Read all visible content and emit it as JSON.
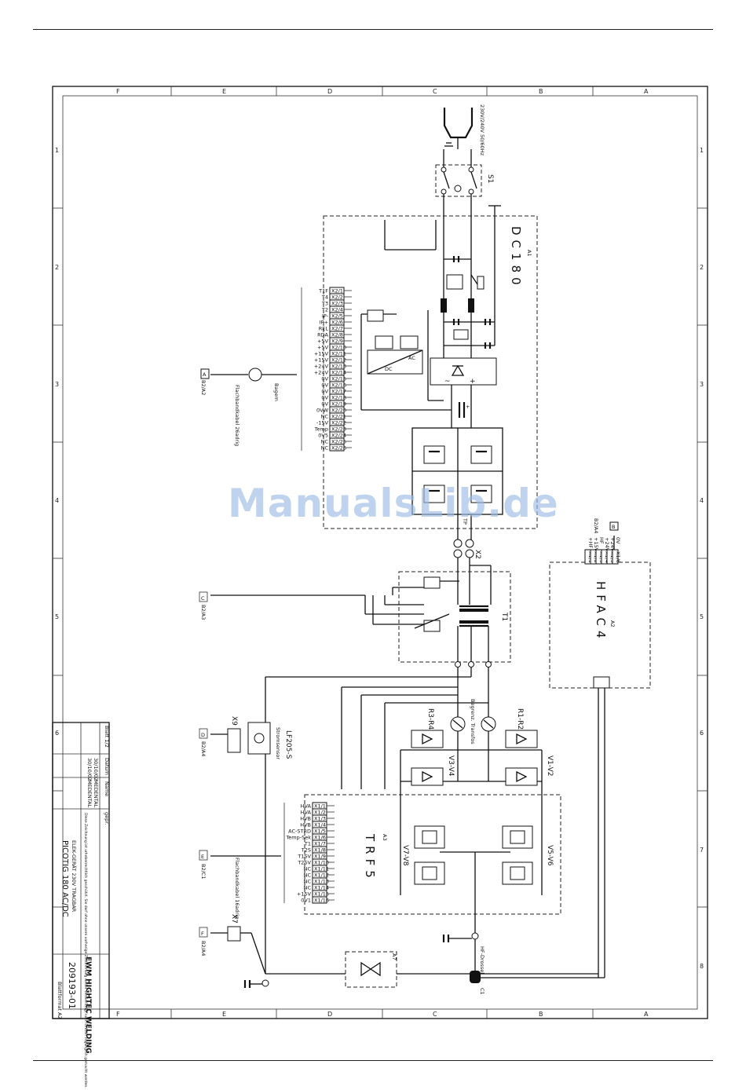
{
  "watermark": "ManualsLib.de",
  "zones": {
    "letters": [
      "F",
      "E",
      "D",
      "C",
      "B",
      "A"
    ],
    "numbers": [
      "1",
      "2",
      "3",
      "4",
      "5",
      "6",
      "7",
      "8"
    ]
  },
  "modules": {
    "dc180": {
      "name": "DC180",
      "ref": "A1"
    },
    "hfac4": {
      "name": "HFAC4",
      "ref": "A2"
    },
    "trf5": {
      "name": "TRF5",
      "ref": "A3"
    },
    "t1": "T1",
    "s1": "S1",
    "x2": "X2",
    "x7": "X7",
    "x9": "X9"
  },
  "mains_label": "230V/240V 50/60Hz",
  "connector_x2_pins": [
    "X2/1",
    "X2/2",
    "X2/3",
    "X2/4",
    "X2/5",
    "X2/6",
    "X2/7",
    "X2/8",
    "X2/9",
    "X2/10",
    "X2/11",
    "X2/12",
    "X2/13",
    "X2/14",
    "X2/15",
    "X2/16",
    "X2/17",
    "X2/18",
    "X2/19",
    "X2/20",
    "X2/21",
    "X2/22",
    "X2/23",
    "X2/24",
    "X2/25",
    "X2/26"
  ],
  "connector_x2_signals": [
    "T1F",
    "T4",
    "T3",
    "T2",
    "IP-",
    "IP+",
    "REL",
    "RDA",
    "+5V",
    "+5V",
    "+15V",
    "+15V",
    "+24V",
    "+24V",
    "0V",
    "0V",
    "0V",
    "0V",
    "0V",
    "0VW",
    "NC",
    "-15V",
    "Temp",
    "0V5",
    "NC",
    "NC"
  ],
  "connector_x1_pins": [
    "X1/1",
    "X1/2",
    "X1/3",
    "X1/4",
    "X1/5",
    "X1/6",
    "X1/7",
    "X1/8",
    "X1/9",
    "X1/10",
    "X1/11",
    "X1/12",
    "X1/13",
    "X1/14",
    "X1/15",
    "X1/16"
  ],
  "connector_x1_signals": [
    "HVA",
    "HVA",
    "HVB",
    "HVB",
    "AC-STRD",
    "Temp-Sek",
    "T1",
    "T2S",
    "T1SV",
    "T2SV",
    "NC",
    "NC",
    "NC",
    "NC",
    "+15V",
    "0V1"
  ],
  "hfac_pins": [
    "X1/1",
    "X1/2",
    "X1/3",
    "X1/4",
    "X1/5",
    "X1/6"
  ],
  "hfac_signals": [
    "+HF",
    "+15V",
    "HF",
    "+24V",
    "+24V",
    "0V"
  ],
  "sheet_refs": {
    "a": "A",
    "a_ref": "B2/A2",
    "b": "B",
    "b_ref": "B2/A4",
    "c": "C",
    "c_ref": "B2/A3",
    "d": "D",
    "d_ref": "B2/A4",
    "e": "E",
    "e_ref": "B2/C1",
    "f": "F",
    "f_ref": "B2/A4"
  },
  "part_labels": {
    "r3r4": "R3-R4",
    "r1r2": "R1-R2",
    "v3v4": "V3-V4",
    "v1v2": "V1-V2",
    "v7v8": "V7-V8",
    "v5v6": "V5-V6",
    "a7": "A7",
    "uz05": "LF205-S",
    "strom": "Stromsensor",
    "begr": "Begrenz. Transfos",
    "hf_drossel": "HF-Drossel",
    "fach": "Flachbandkabel 26adrig",
    "fach2": "Flachbandkabel 16adrig",
    "bag": "Bagem",
    "c1": "C1"
  },
  "title_block": {
    "company": "EWM HIGHTEC WELDING",
    "product": "PICOTIG 180 AC/DC",
    "subtitle": "ELEK-GERÄT 230V TRAGBAR",
    "drawing_no": "209193-01",
    "sheet": "Blattformat A2",
    "rev_rows": [
      "Blatt 1/2",
      "Datum",
      "Name",
      "gepr."
    ],
    "dates": [
      "30/10/02",
      "30/10/02"
    ],
    "names": [
      "MEDENTAL",
      "MEDENTAL"
    ],
    "notice": "Diese Zeichnung ist urheberrechtlich geschützt. Sie darf ohne unsere vorherige Zustimmung weder vervielfältigt noch Dritten zugänglich gemacht werden."
  }
}
